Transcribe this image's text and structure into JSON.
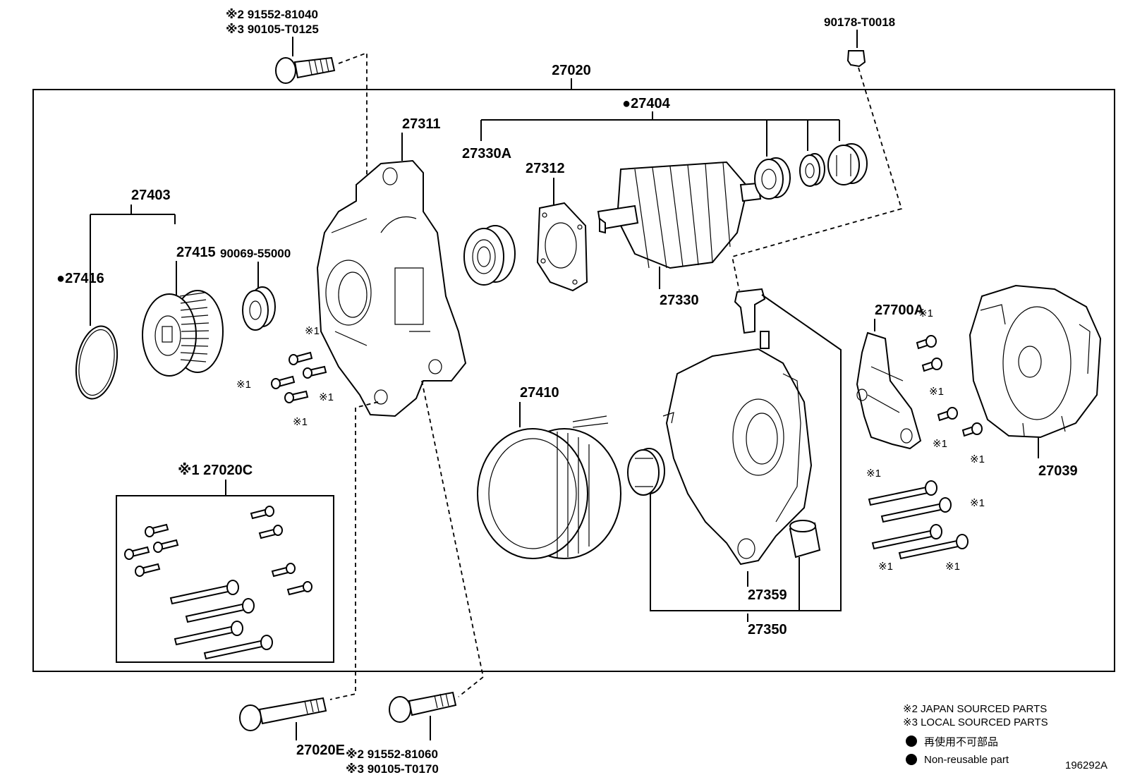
{
  "callouts": {
    "bolt_top_jp": "※2 91552-81040",
    "bolt_top_local": "※3 90105-T0125",
    "nut_top": "90178-T0018",
    "assembly": "27020",
    "rotor_group": "●27404",
    "drive_frame": "27311",
    "bearing_front": "27330A",
    "retainer": "27312",
    "pulley_group": "27403",
    "pulley": "27415",
    "washer": "90069-55000",
    "o_ring": "●27416",
    "rotor": "27330",
    "regulator": "27700A",
    "stator": "27410",
    "rear_cover": "27039",
    "bearing_holder": "27359",
    "rectifier_end_frame": "27350",
    "bolt_kit": "※1 27020C",
    "through_bolt": "27020E",
    "bolt_bottom_jp": "※2 91552-81060",
    "bolt_bottom_local": "※3 90105-T0170"
  },
  "marks": {
    "m1": "※1"
  },
  "legend": {
    "note2": "※2 JAPAN SOURCED PARTS",
    "note3": "※3 LOCAL SOURCED PARTS",
    "non_reusable_jp": "再使用不可部品",
    "non_reusable_en": "Non-reusable part"
  },
  "figure_id": "196292A"
}
